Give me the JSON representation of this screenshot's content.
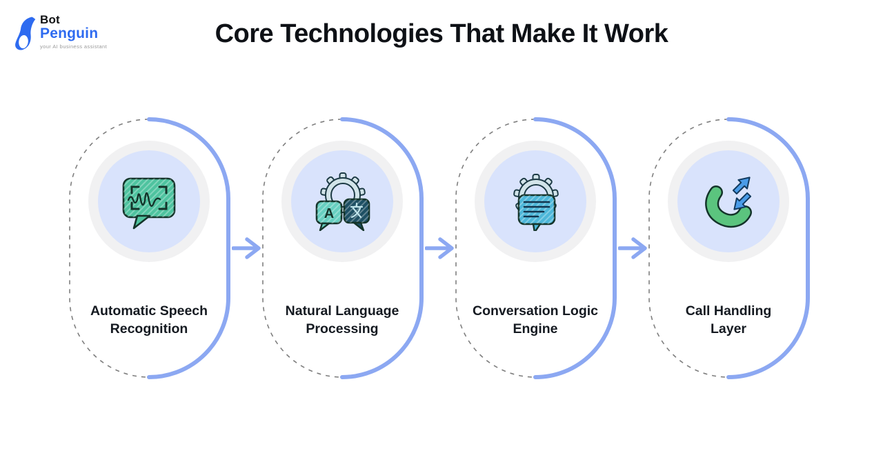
{
  "logo": {
    "line1": "Bot",
    "line2": "Penguin",
    "tagline": "your AI business assistant"
  },
  "title": "Core Technologies That Make It Work",
  "steps": [
    {
      "label": "Automatic Speech\nRecognition",
      "icon": "speech-waveform-icon"
    },
    {
      "label": "Natural Language\nProcessing",
      "icon": "language-gear-bubbles-icon"
    },
    {
      "label": "Conversation Logic\nEngine",
      "icon": "gear-chat-icon"
    },
    {
      "label": "Call Handling\nLayer",
      "icon": "phone-transfer-arrows-icon"
    }
  ],
  "colors": {
    "accent_blue": "#8CA8F2",
    "dash_gray": "#7f7f7f",
    "outer_ring": "#f1f1f2",
    "inner_circle": "#d9e3fc",
    "logo_blue": "#2e6bf0",
    "icon_green": "#4ec39f",
    "icon_teal": "#66cfc0",
    "icon_navy": "#1d4f63",
    "icon_blue": "#4db7d9",
    "phone_green": "#5bc47e",
    "transfer_arrow_blue": "#4a9ce8"
  }
}
